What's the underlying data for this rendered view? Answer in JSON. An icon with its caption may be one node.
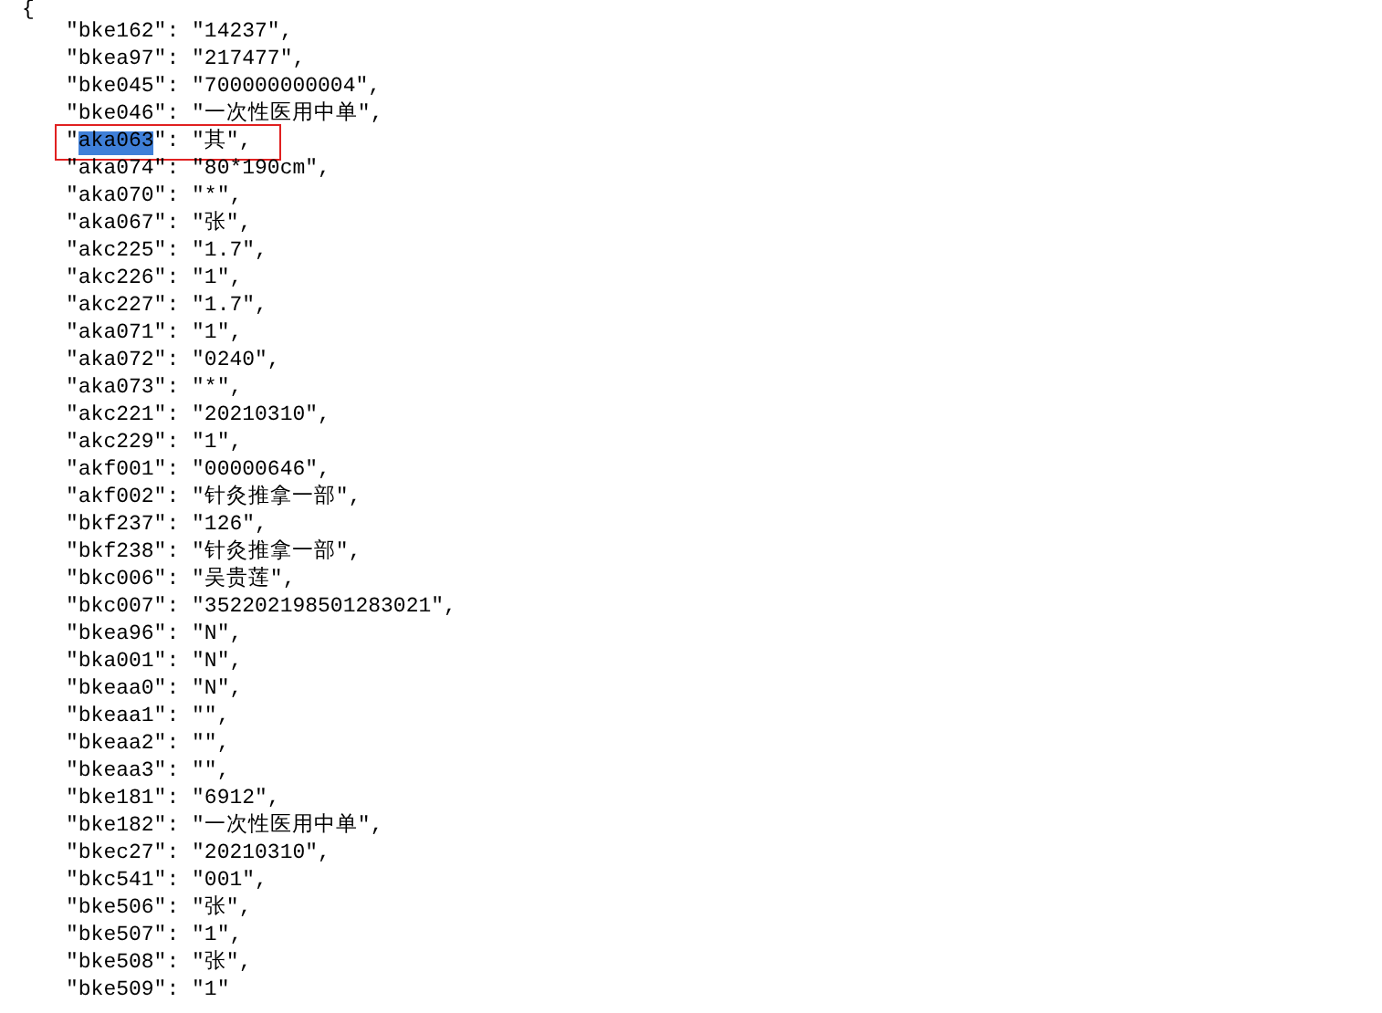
{
  "diagram": {
    "labels": [
      "{",
      "\"bke162\": \"14237\",",
      "\"bkea97\": \"217477\",",
      "\"bke045\": \"700000000004\",",
      "\"bke046\": \"一次性医用中单\",",
      "\"aka063\": \"其\",",
      "\"aka074\": \"80*190cm\",",
      "\"aka070\": \"*\",",
      "\"aka067\": \"张\",",
      "\"akc225\": \"1.7\",",
      "\"akc226\": \"1\",",
      "\"akc227\": \"1.7\",",
      "\"aka071\": \"1\",",
      "\"aka072\": \"0240\",",
      "\"aka073\": \"*\",",
      "\"akc221\": \"20210310\",",
      "\"akc229\": \"1\",",
      "\"akf001\": \"00000646\",",
      "\"akf002\": \"针灸推拿一部\",",
      "\"bkf237\": \"126\",",
      "\"bkf238\": \"针灸推拿一部\",",
      "\"bkc006\": \"吴贵莲\",",
      "\"bkc007\": \"352202198501283021\",",
      "\"bkea96\": \"N\",",
      "\"bka001\": \"N\",",
      "\"bkeaa0\": \"N\",",
      "\"bkeaa1\": \"\",",
      "\"bkeaa2\": \"\",",
      "\"bkeaa3\": \"\",",
      "\"bke181\": \"6912\",",
      "\"bke182\": \"一次性医用中单\",",
      "\"bkec27\": \"20210310\",",
      "\"bkc541\": \"001\",",
      "\"bke506\": \"张\",",
      "\"bke507\": \"1\",",
      "\"bke508\": \"张\",",
      "\"bke509\": \"1\""
    ]
  }
}
